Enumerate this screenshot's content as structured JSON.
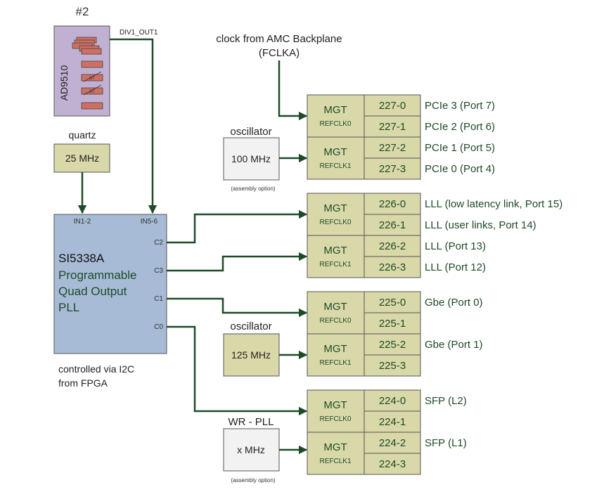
{
  "colors": {
    "wire": "#1f4a28",
    "box_fill": "#d9d8a8",
    "box_stroke": "#555555",
    "pll_fill": "#a7bbd6",
    "pll_text": "#1f4a28",
    "ad_fill": "#c0b1d3",
    "chip_fill": "#cf6f62",
    "osc_fill": "#f2f2f2"
  },
  "ad9510": {
    "index_label": "#2",
    "name": "AD9510",
    "output_label": "DIV1_OUT1",
    "chip_labels": [
      "ΔT",
      "ΔT"
    ]
  },
  "quartz": {
    "label": "quartz",
    "freq": "25 MHz"
  },
  "pll": {
    "title": "SI5338A",
    "subtitle_lines": [
      "Programmable",
      "Quad Output",
      "PLL"
    ],
    "in12": "IN1-2",
    "in56": "IN5-6",
    "pins": [
      "C2",
      "C3",
      "C1",
      "C0"
    ],
    "note_lines": [
      "controlled via I2C",
      "from FPGA"
    ]
  },
  "amc_clock": {
    "lines": [
      "clock from AMC Backplane",
      "(FCLKA)"
    ]
  },
  "oscillators": [
    {
      "title": "oscillator",
      "freq": "100 MHz",
      "note": "(assembly option)"
    },
    {
      "title": "oscillator",
      "freq": "125 MHz",
      "note": ""
    },
    {
      "title": "WR - PLL",
      "freq": "x MHz",
      "note": "(assembly option)"
    }
  ],
  "mgt_label": "MGT",
  "refclk_labels": [
    "REFCLK0",
    "REFCLK1"
  ],
  "banks": [
    {
      "ports": [
        "227-0",
        "227-1",
        "227-2",
        "227-3"
      ],
      "links": [
        "PCIe 3 (Port 7)",
        "PCIe 2 (Port 6)",
        "PCIe 1 (Port 5)",
        "PCIe 0 (Port 4)"
      ]
    },
    {
      "ports": [
        "226-0",
        "226-1",
        "226-2",
        "226-3"
      ],
      "links": [
        "LLL (low latency link, Port 15)",
        "LLL (user links, Port 14)",
        "LLL (Port 13)",
        "LLL (Port 12)"
      ]
    },
    {
      "ports": [
        "225-0",
        "225-1",
        "225-2",
        "225-3"
      ],
      "links": [
        "Gbe (Port 0)",
        "",
        "Gbe (Port 1)",
        ""
      ]
    },
    {
      "ports": [
        "224-0",
        "224-1",
        "224-2",
        "224-3"
      ],
      "links": [
        "SFP (L2)",
        "",
        "SFP (L1)",
        ""
      ]
    }
  ]
}
